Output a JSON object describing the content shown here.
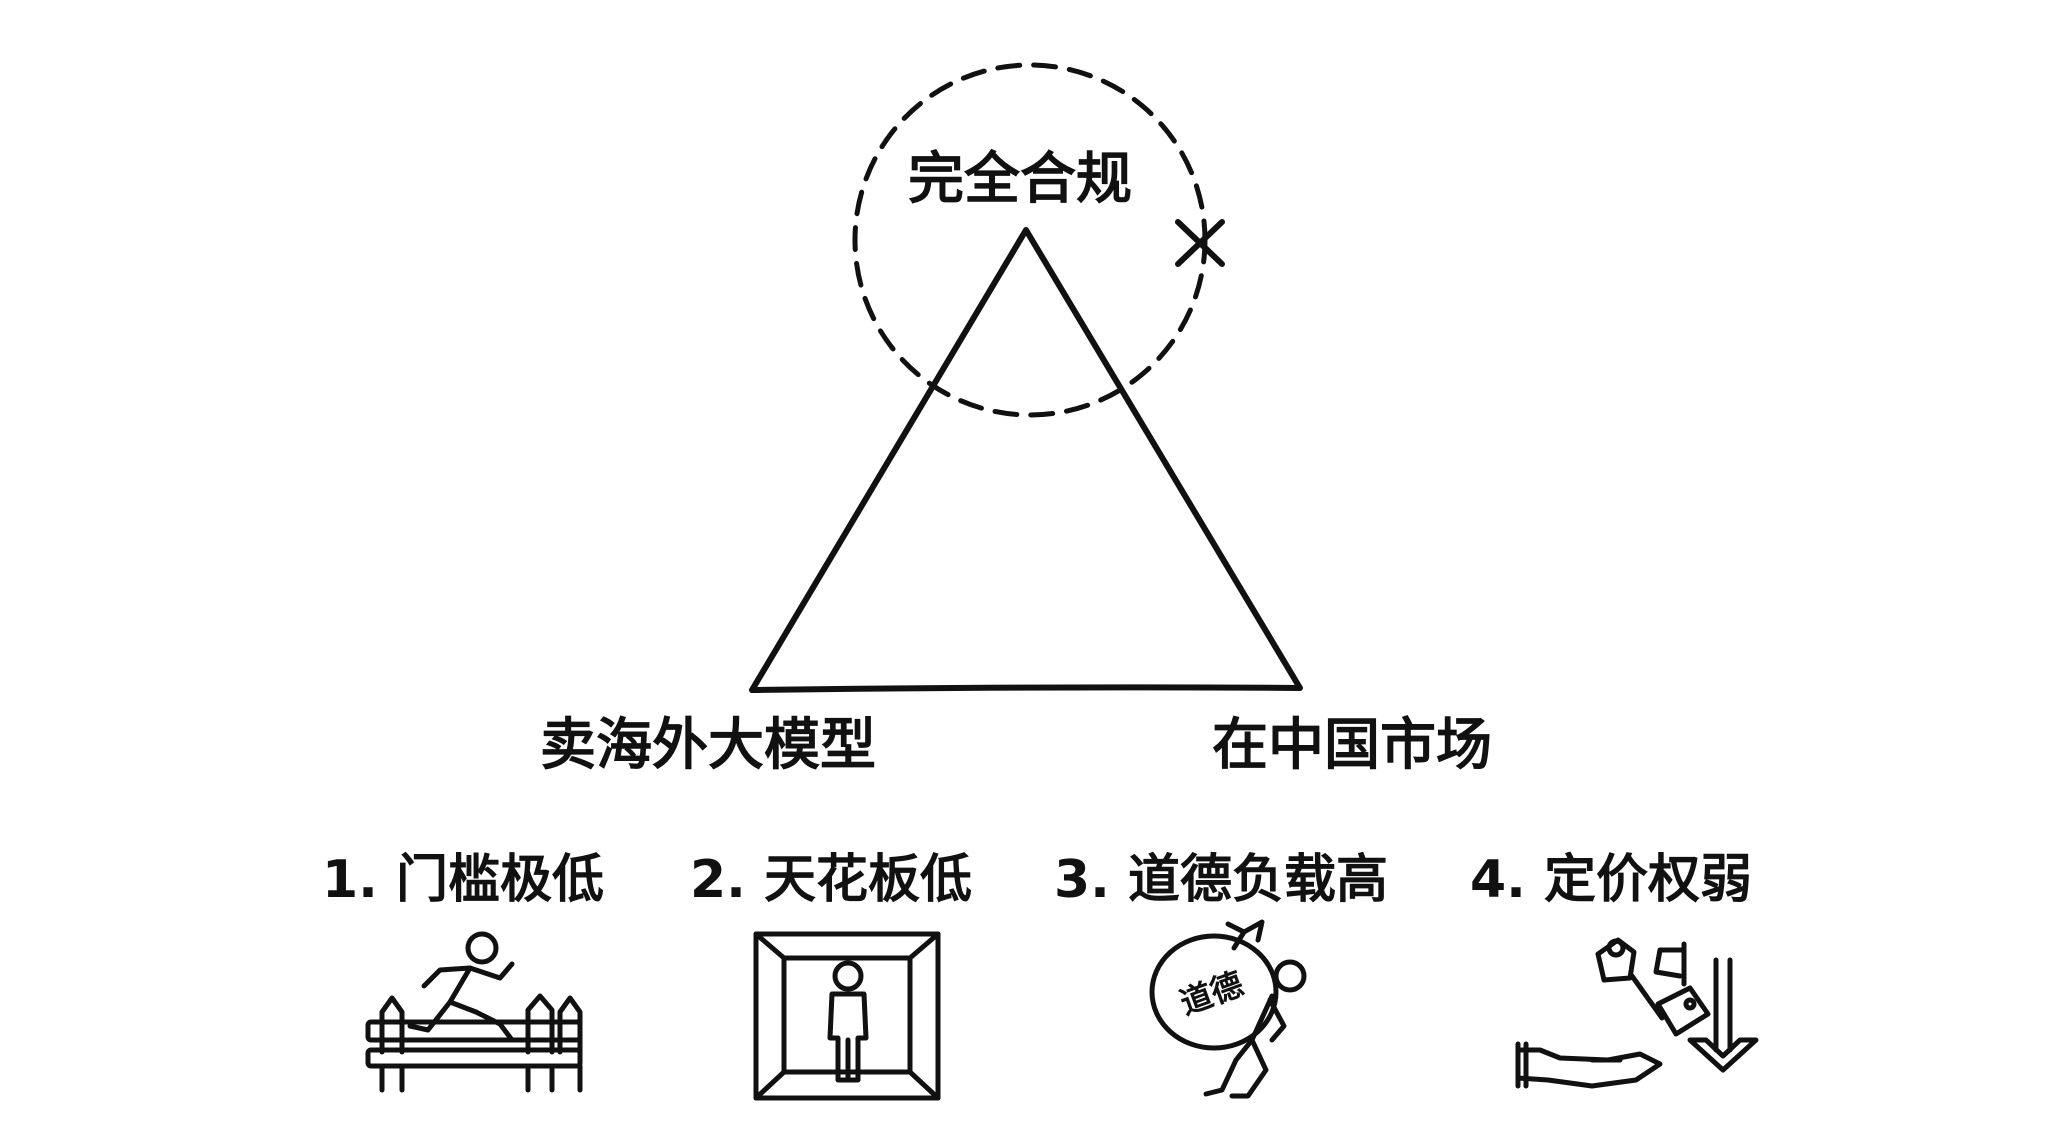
{
  "diagram": {
    "corners": {
      "top": "完全合规",
      "left": "卖海外大模型",
      "right": "在中国市场"
    },
    "items": [
      {
        "label": "1. 门槛极低",
        "icon": "runner-jumping-fence-icon"
      },
      {
        "label": "2. 天花板低",
        "icon": "person-in-box-icon"
      },
      {
        "label": "3. 道德负载高",
        "icon": "person-carrying-sack-icon",
        "sack_text": "道德"
      },
      {
        "label": "4. 定价权弱",
        "icon": "price-tag-hand-icon"
      }
    ],
    "line_color": "#111111",
    "background": "#ffffff"
  }
}
